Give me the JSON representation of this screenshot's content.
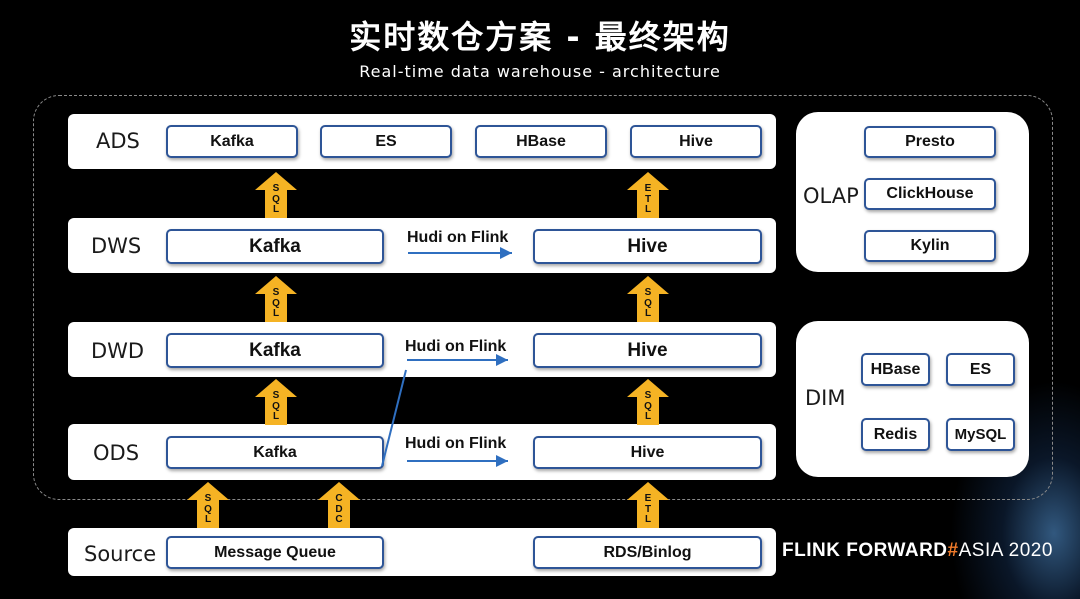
{
  "title": "实时数仓方案 - 最终架构",
  "subtitle": "Real-time data warehouse - architecture",
  "layers": {
    "ads": {
      "label": "ADS",
      "items": [
        "Kafka",
        "ES",
        "HBase",
        "Hive"
      ]
    },
    "dws": {
      "label": "DWS",
      "left": "Kafka",
      "hudi": "Hudi on Flink",
      "right": "Hive"
    },
    "dwd": {
      "label": "DWD",
      "left": "Kafka",
      "hudi": "Hudi on Flink",
      "right": "Hive"
    },
    "ods": {
      "label": "ODS",
      "left": "Kafka",
      "hudi": "Hudi on Flink",
      "right": "Hive"
    },
    "source": {
      "label": "Source",
      "left": "Message Queue",
      "right": "RDS/Binlog"
    }
  },
  "olap": {
    "label": "OLAP",
    "items": [
      "Presto",
      "ClickHouse",
      "Kylin"
    ]
  },
  "dim": {
    "label": "DIM",
    "items": [
      "HBase",
      "ES",
      "Redis",
      "MySQL"
    ]
  },
  "arrow_labels": {
    "sql": [
      "S",
      "Q",
      "L"
    ],
    "etl": [
      "E",
      "T",
      "L"
    ],
    "cdc": [
      "C",
      "D",
      "C"
    ]
  },
  "brand": {
    "flink": "FLINK FORWARD",
    "hash": "#",
    "asia": "ASIA 2020"
  },
  "colors": {
    "arrow_fill": "#f5b324",
    "pill_border": "#2e5597",
    "connector": "#2f6fc0",
    "brand_hash": "#f07a2a"
  }
}
